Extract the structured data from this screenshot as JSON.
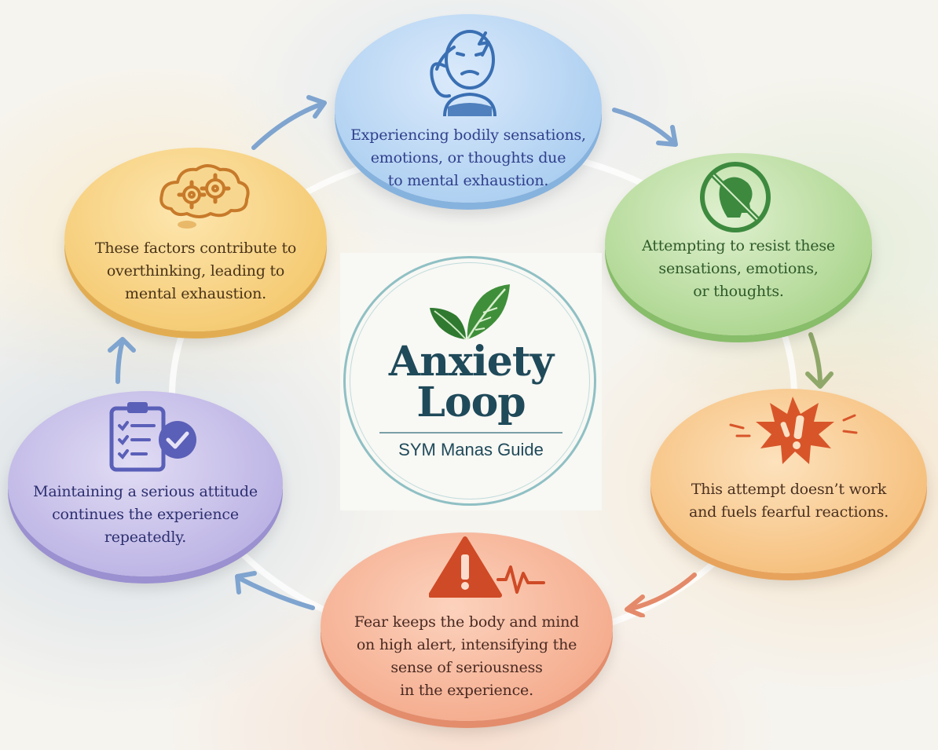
{
  "center": {
    "title_line1": "Anxiety",
    "title_line2": "Loop",
    "subtitle": "SYM Manas Guide",
    "icon": "leaf-icon"
  },
  "steps": [
    {
      "text": "Experiencing bodily sensations,\nemotions, or thoughts due\nto mental exhaustion.",
      "icon": "headache-person-icon",
      "color": "#a9cdf0"
    },
    {
      "text": "Attempting to resist these\nsensations, emotions,\nor thoughts.",
      "icon": "no-head-prohibited-icon",
      "color": "#a9d48b"
    },
    {
      "text": "This attempt doesn’t work\nand fuels fearful reactions.",
      "icon": "exclamation-burst-icon",
      "color": "#f5bd78"
    },
    {
      "text": "Fear keeps the body and mind\non high alert, intensifying the\nsense of seriousness\nin the experience.",
      "icon": "warning-heartbeat-icon",
      "color": "#f4a98a"
    },
    {
      "text": "Maintaining a serious attitude\ncontinues the experience\nrepeatedly.",
      "icon": "checklist-clipboard-icon",
      "color": "#b9b0e3"
    },
    {
      "text": "These factors contribute to\noverthinking, leading to\nmental exhaustion.",
      "icon": "thinking-gears-cloud-icon",
      "color": "#f4c86e"
    }
  ]
}
